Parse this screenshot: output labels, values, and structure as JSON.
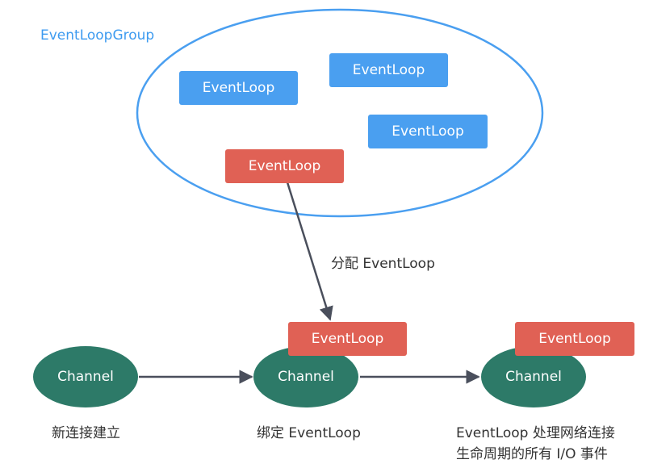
{
  "group": {
    "label": "EventLoopGroup"
  },
  "event_loops": {
    "loop_a": "EventLoop",
    "loop_b": "EventLoop",
    "loop_c": "EventLoop",
    "loop_d": "EventLoop",
    "bound_loop_1": "EventLoop",
    "bound_loop_2": "EventLoop"
  },
  "channels": {
    "channel_1": "Channel",
    "channel_2": "Channel",
    "channel_3": "Channel"
  },
  "labels": {
    "assign": "分配 EventLoop",
    "new_connection": "新连接建立",
    "bind": "绑定 EventLoop",
    "handle_line1": "EventLoop 处理网络连接",
    "handle_line2": "生命周期的所有 I/O 事件"
  },
  "colors": {
    "accent_blue": "#4a9ff0",
    "accent_red": "#e06155",
    "channel_green": "#2d7a68",
    "arrow_gray": "#4a4f5c"
  }
}
